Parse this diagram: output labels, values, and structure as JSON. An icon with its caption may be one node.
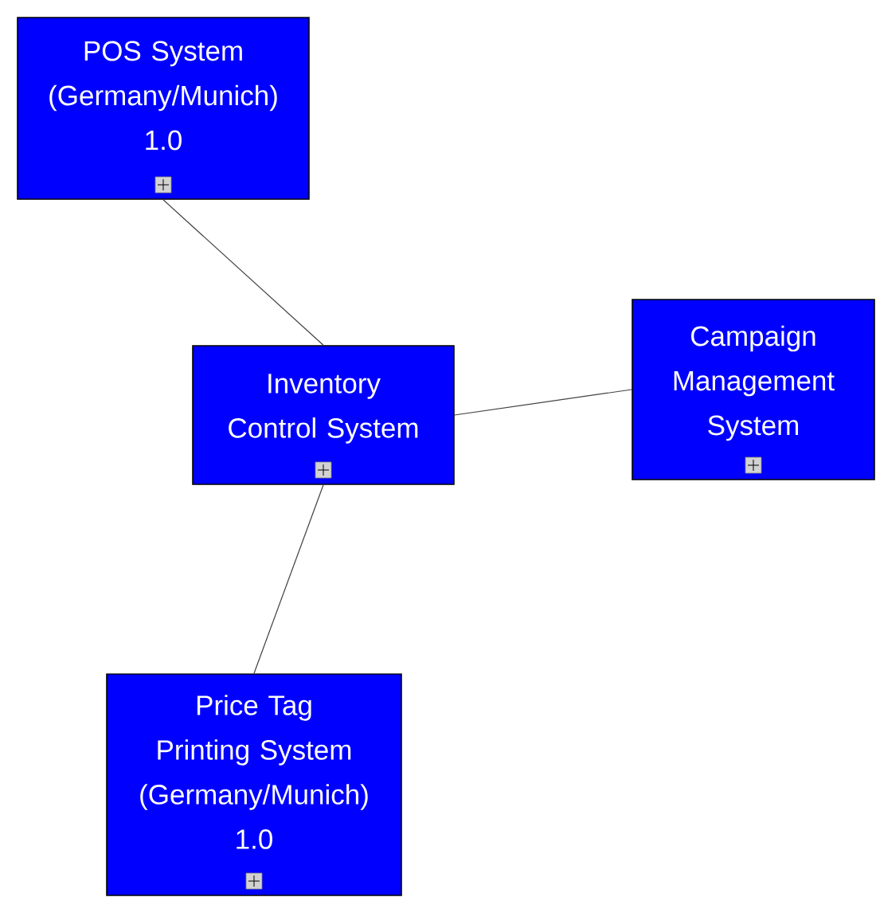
{
  "diagram": {
    "nodes": [
      {
        "text": [
          "POS System (Germany/Munich) 1.0"
        ]
      },
      {
        "text": [
          "Inventory Control System"
        ]
      },
      {
        "text": [
          "Campaign Management System"
        ]
      },
      {
        "text": [
          "Price Tag Printing System (Germany/Munich) 1.0"
        ]
      }
    ],
    "edges": [
      {
        "from": 0,
        "to": 1,
        "arrow": "none"
      },
      {
        "from": 1,
        "to": 2,
        "arrow": "none"
      },
      {
        "from": 1,
        "to": 3,
        "arrow": "none"
      }
    ]
  }
}
